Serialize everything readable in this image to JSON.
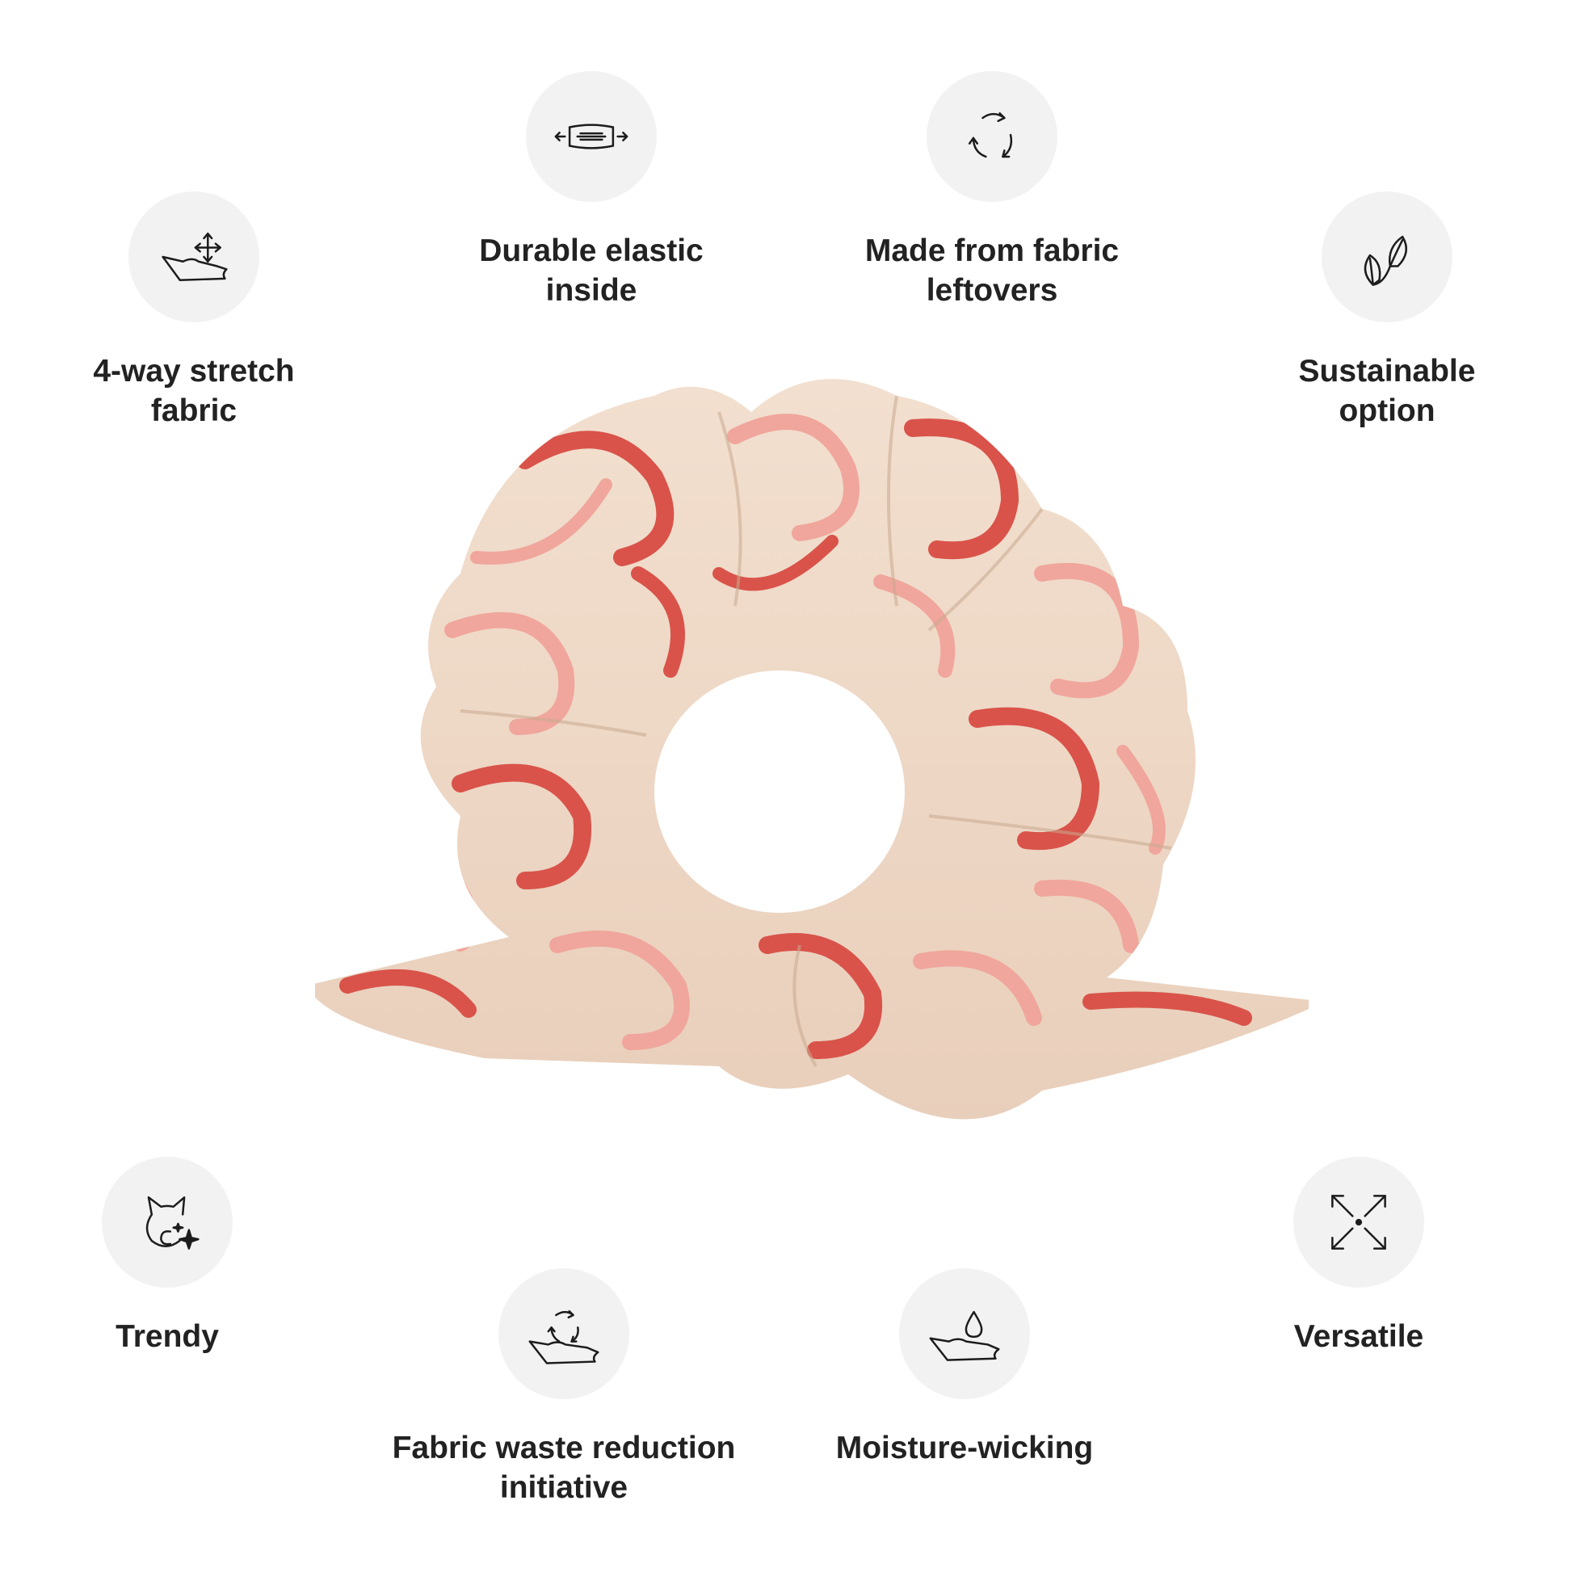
{
  "colors": {
    "background": "#ffffff",
    "icon_circle": "#f2f2f2",
    "text": "#222222",
    "fabric_base": "#efd8c5",
    "swirl_dark": "#d9534a",
    "swirl_light": "#f0a69c"
  },
  "features": [
    {
      "id": "stretch",
      "icon": "four-way-stretch-icon",
      "label": "4-way stretch\nfabric"
    },
    {
      "id": "elastic",
      "icon": "elastic-icon",
      "label": "Durable elastic\ninside"
    },
    {
      "id": "leftovers",
      "icon": "recycle-arrows-icon",
      "label": "Made from fabric\nleftovers"
    },
    {
      "id": "sustainable",
      "icon": "leaves-icon",
      "label": "Sustainable\noption"
    },
    {
      "id": "trendy",
      "icon": "cat-sparkle-icon",
      "label": "Trendy"
    },
    {
      "id": "waste",
      "icon": "fabric-recycle-icon",
      "label": "Fabric waste reduction\ninitiative"
    },
    {
      "id": "moisture",
      "icon": "water-drop-fabric-icon",
      "label": "Moisture-wicking"
    },
    {
      "id": "versatile",
      "icon": "expand-arrows-icon",
      "label": "Versatile"
    }
  ]
}
